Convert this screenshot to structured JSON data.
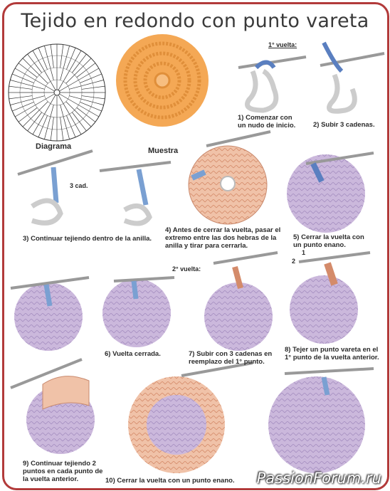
{
  "title": "Tejido en redondo con punto vareta",
  "labels": {
    "diagrama": "Diagrama",
    "muestra": "Muestra",
    "vuelta1": "1° vuelta:",
    "vuelta2": "2° vuelta:",
    "cad3": "3 cad.",
    "num2": "2",
    "num1": "1"
  },
  "steps": [
    {
      "text": "1) Comenzar con un nudo de inicio."
    },
    {
      "text": "2) Subir 3 cadenas."
    },
    {
      "text": "3) Continuar tejiendo dentro de la anilla."
    },
    {
      "text": "4) Antes de cerrar la vuelta, pasar el extremo entre las dos hebras de la anilla y tirar para cerrarla."
    },
    {
      "text": "5) Cerrar la vuelta con un punto enano."
    },
    {
      "text": "6) Vuelta cerrada."
    },
    {
      "text": "7) Subir con 3 cadenas en reemplazo del 1° punto."
    },
    {
      "text": "8) Tejer un punto vareta en el 1° punto de la vuelta anterior."
    },
    {
      "text": "9) Continuar tejiendo 2 puntos en cada punto de la vuelta anterior."
    },
    {
      "text": "10) Cerrar la vuelta con un punto enano."
    }
  ],
  "watermark": "PassionForum.ru",
  "colors": {
    "frame": "#b23a3a",
    "peach": "#f4a855",
    "lilac": "#cbb8dc",
    "blue": "#7aa0d2",
    "pink": "#f0c2a8"
  }
}
